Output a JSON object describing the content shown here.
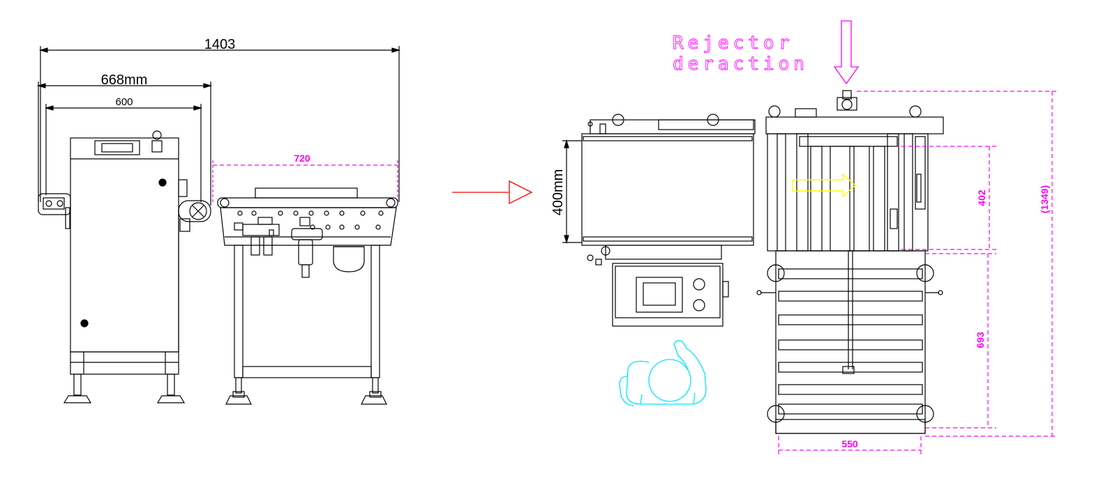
{
  "dimensions": {
    "overall_width": "1403",
    "width_668": "668mm",
    "width_600": "600",
    "conveyor_720": "720",
    "belt_400": "400mm",
    "height_402": "402",
    "height_693": "693",
    "height_1349": "(1349)",
    "width_550": "550"
  },
  "rejector_label": {
    "line1": "Rejector",
    "line2": "deraction"
  },
  "colors": {
    "line": "#000000",
    "dimension": "#ff00ff",
    "arrow": "#ff0000",
    "operator": "#00e5ff",
    "flow": "#ffff00"
  }
}
